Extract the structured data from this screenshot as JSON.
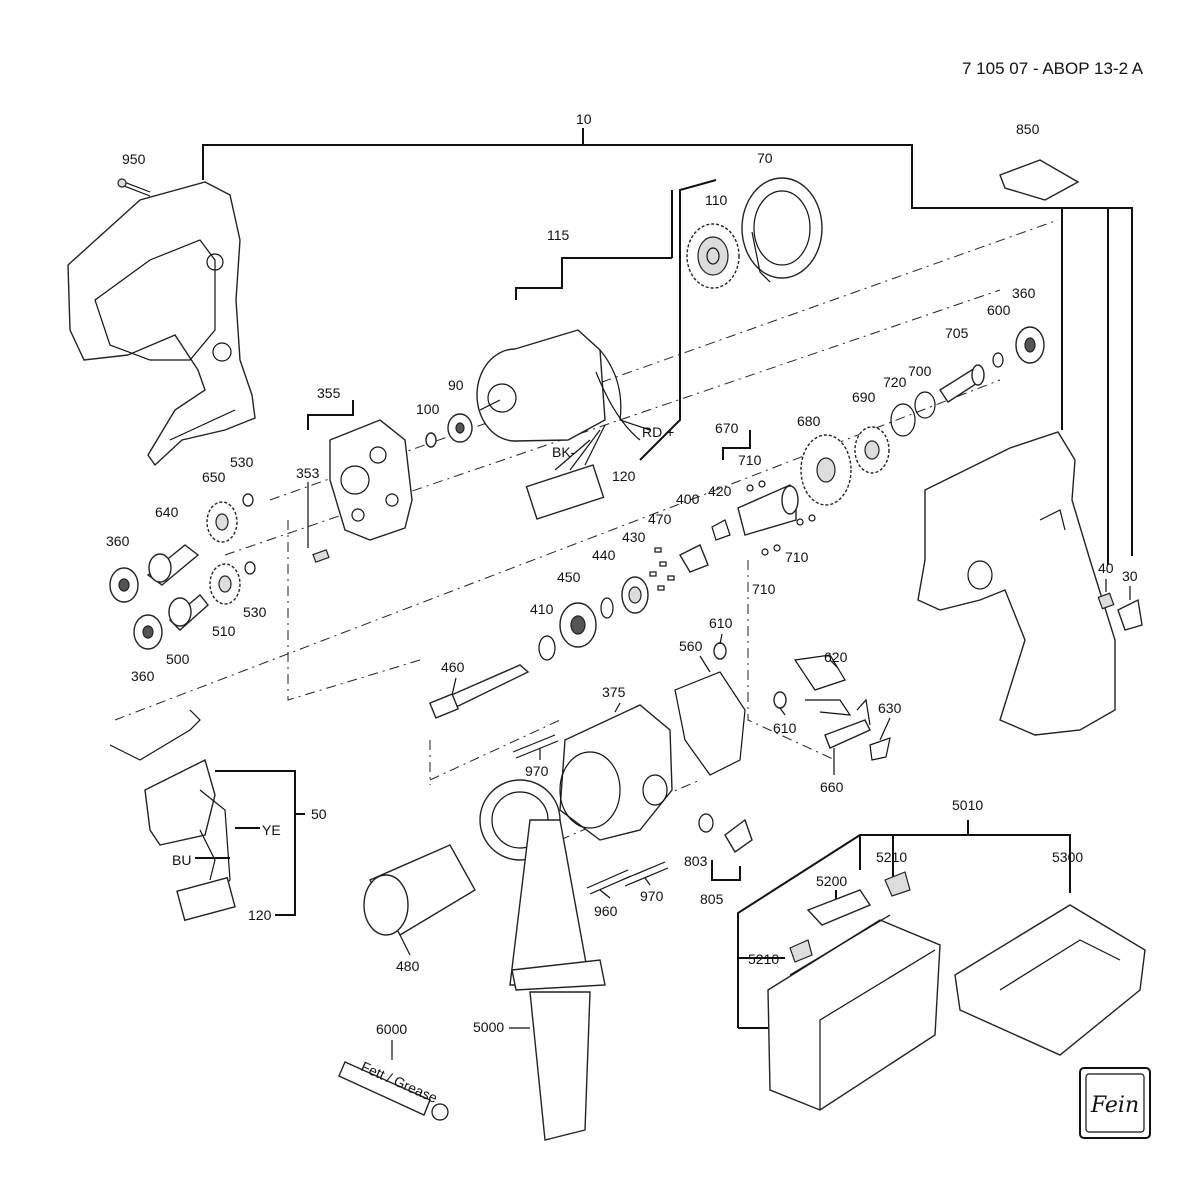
{
  "header": {
    "title": "7 105 07 - ABOP 13-2 A"
  },
  "labels": {
    "p10": "10",
    "p850": "850",
    "p950": "950",
    "p70": "70",
    "p110": "110",
    "p115": "115",
    "p360a": "360",
    "p600": "600",
    "p705": "705",
    "p700": "700",
    "p720": "720",
    "p690": "690",
    "p680": "680",
    "p670": "670",
    "p355": "355",
    "p90": "90",
    "p100": "100",
    "p353": "353",
    "p530a": "530",
    "p650": "650",
    "p640": "640",
    "p360b": "360",
    "p530b": "530",
    "p510": "510",
    "p500": "500",
    "p360c": "360",
    "pRD": "RD +",
    "pBK": "BK-",
    "p120a": "120",
    "p710a": "710",
    "p420": "420",
    "p400": "400",
    "p470": "470",
    "p710b": "710",
    "p710c": "710",
    "p430": "430",
    "p440": "440",
    "p450": "450",
    "p410": "410",
    "p610a": "610",
    "p560": "560",
    "p620": "620",
    "p460": "460",
    "p375": "375",
    "p630": "630",
    "p610b": "610",
    "p660": "660",
    "p970a": "970",
    "p40": "40",
    "p30": "30",
    "p50": "50",
    "pYE": "YE",
    "pBU": "BU",
    "p120b": "120",
    "p5010": "5010",
    "p5210a": "5210",
    "p5200": "5200",
    "p5300": "5300",
    "p5210b": "5210",
    "p803": "803",
    "p805": "805",
    "p960": "960",
    "p970b": "970",
    "p480": "480",
    "p5000": "5000",
    "p6000": "6000"
  },
  "tube_text": "Fett / Grease",
  "logo_text": "Fein",
  "colors": {
    "ink": "#111111",
    "background": "#ffffff"
  }
}
